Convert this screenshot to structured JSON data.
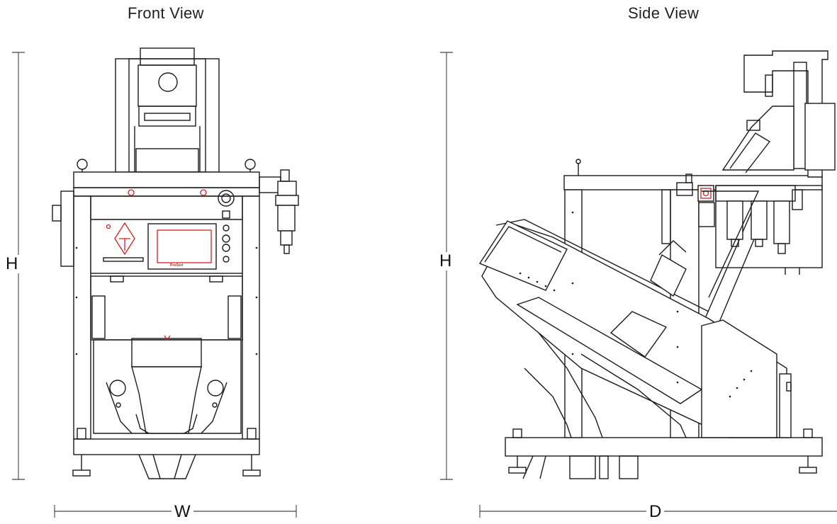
{
  "views": {
    "front": {
      "title": "Front View"
    },
    "side": {
      "title": "Side View"
    }
  },
  "dimensions": {
    "front_height": "H",
    "front_width": "W",
    "side_height": "H",
    "side_depth": "D"
  },
  "panel_logo": "ProSort"
}
